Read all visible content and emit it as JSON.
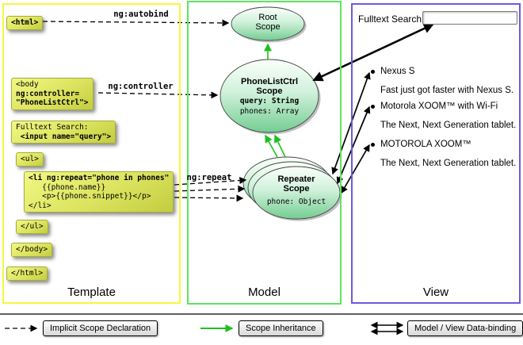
{
  "labels": {
    "template": "Template",
    "model": "Model",
    "view": "View"
  },
  "annotations": {
    "autobind": "ng:autobind",
    "controller": "ng:controller",
    "repeat": "ng:repeat"
  },
  "code": {
    "html_open": "<html>",
    "body_open": [
      "<body",
      "ng:controller=",
      "\"PhoneListCtrl\">"
    ],
    "fulltext": [
      "Fulltext Search:",
      " <input name=\"query\">"
    ],
    "li_repeat": [
      "<li ng:repeat=\"phone in phones\"",
      "   {{phone.name}}",
      "   <p>{{phone.snippet}}</p>",
      "</li>"
    ],
    "ul_open": "<ul>",
    "ul_close": "</ul>",
    "body_close": "</body>",
    "html_close": "</html>"
  },
  "scopes": {
    "root": {
      "title1": "Root",
      "title2": "Scope"
    },
    "phonelist": {
      "title1": "PhoneListCtrl",
      "title2": "Scope",
      "prop1": "query: String",
      "prop2": "phones: Array"
    },
    "repeater": {
      "title1": "Repeater",
      "title2": "Scope",
      "prop1": "phone: Object"
    }
  },
  "view": {
    "search_label": "Fulltext Search:",
    "search_value": "",
    "items": [
      {
        "title": "Nexus S",
        "desc": "Fast just got faster with Nexus S."
      },
      {
        "title": "Motorola XOOM™ with Wi-Fi",
        "desc": "The Next, Next Generation tablet."
      },
      {
        "title": "MOTOROLA XOOM™",
        "desc": "The Next, Next Generation tablet."
      }
    ]
  },
  "legend": {
    "implicit": "Implicit Scope Declaration",
    "inheritance": "Scope Inheritance",
    "binding": "Model / View Data-binding"
  },
  "colors": {
    "template_border": "#f6f63e",
    "model_border": "#5fe45f",
    "view_border": "#6a5ae0",
    "code_highlight": "#dce35f",
    "scope_fill_bottom": "#74cd92",
    "inheritance_arrow": "#1fbf1f"
  }
}
